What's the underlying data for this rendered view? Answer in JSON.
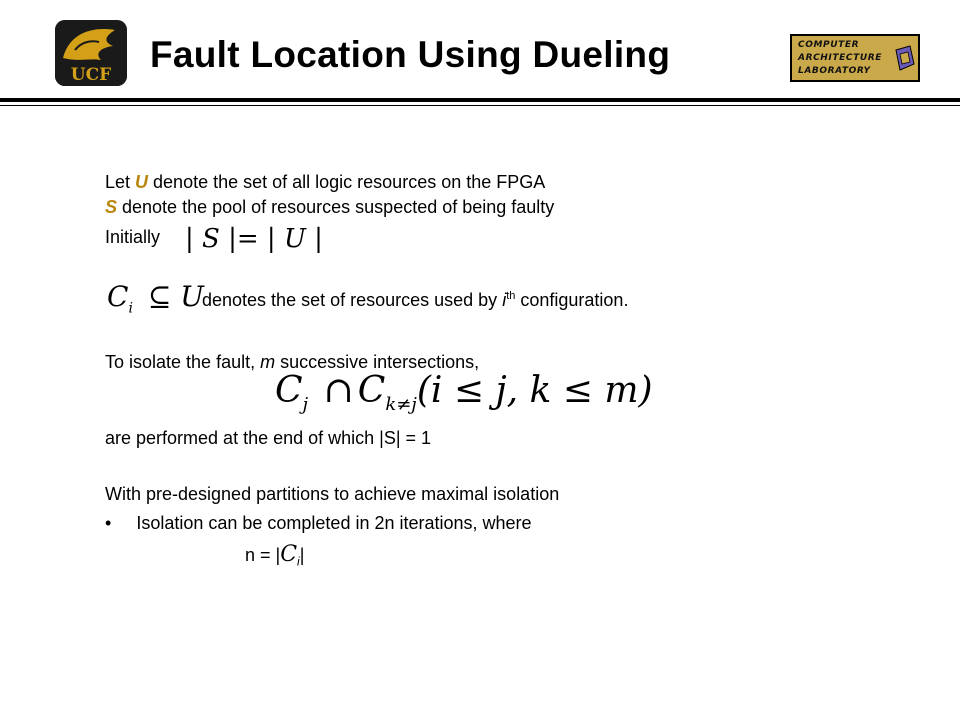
{
  "header": {
    "title": "Fault Location Using Dueling",
    "lab_logo": {
      "line1": "COMPUTER",
      "line2": "ARCHITECTURE",
      "line3": "LABORATORY"
    },
    "ucf_logo_text": "UCF"
  },
  "body": {
    "line1": {
      "prefix": "Let ",
      "var": "U",
      "rest": " denote the set of all logic resources on the FPGA"
    },
    "line2": {
      "var": "S",
      "rest": " denote the pool of resources suspected of being faulty"
    },
    "line3": {
      "text": "Initially",
      "eq_left": "| S |",
      "eq_right": "= | U |"
    },
    "line4": {
      "math_c": "C",
      "math_sub": "i",
      "math_op": "⊆ U",
      "text_pre": "denotes the set of resources used by ",
      "text_i": "i",
      "text_sup": "th",
      "text_post": " configuration."
    },
    "line5": {
      "pre": "To isolate the fault, ",
      "m": "m",
      "post": " successive intersections,"
    },
    "line6": {
      "c1": "C",
      "s1": "j",
      "op": "∩",
      "c2": "C",
      "s2": "k≠j",
      "cond": "(i ≤ j, k ≤ m)"
    },
    "line7": "are performed at the end of which |S| = 1",
    "line8": "With pre-designed partitions to achieve maximal isolation",
    "bullet": {
      "mark": "•",
      "text": "Isolation can be completed in 2n iterations, where"
    },
    "line9": {
      "pre": "n = |",
      "c": "C",
      "sub": "i",
      "post": "|"
    }
  },
  "colors": {
    "accent_var": "#b8860b",
    "lab_logo_bg": "#c9a94a"
  }
}
